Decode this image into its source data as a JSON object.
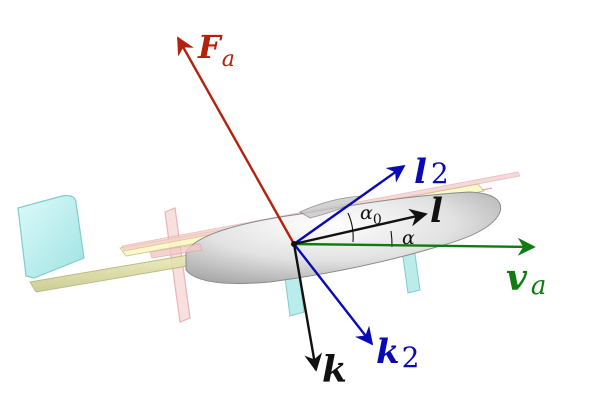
{
  "labels": {
    "force": {
      "main": "F",
      "sub": "a"
    },
    "velocity": {
      "main": "v",
      "sub": "a"
    },
    "l2": {
      "main": "l",
      "sub": "2"
    },
    "l": {
      "main": "l"
    },
    "k2": {
      "main": "k",
      "sub": "2"
    },
    "k": {
      "main": "k"
    },
    "alpha0": {
      "main": "α",
      "sub": "0"
    },
    "alpha": {
      "main": "α"
    }
  },
  "colors": {
    "force": "#b3220f",
    "velocity": "#127a12",
    "body_axes": "#0a0ab5",
    "stability_axes": "#111111"
  }
}
